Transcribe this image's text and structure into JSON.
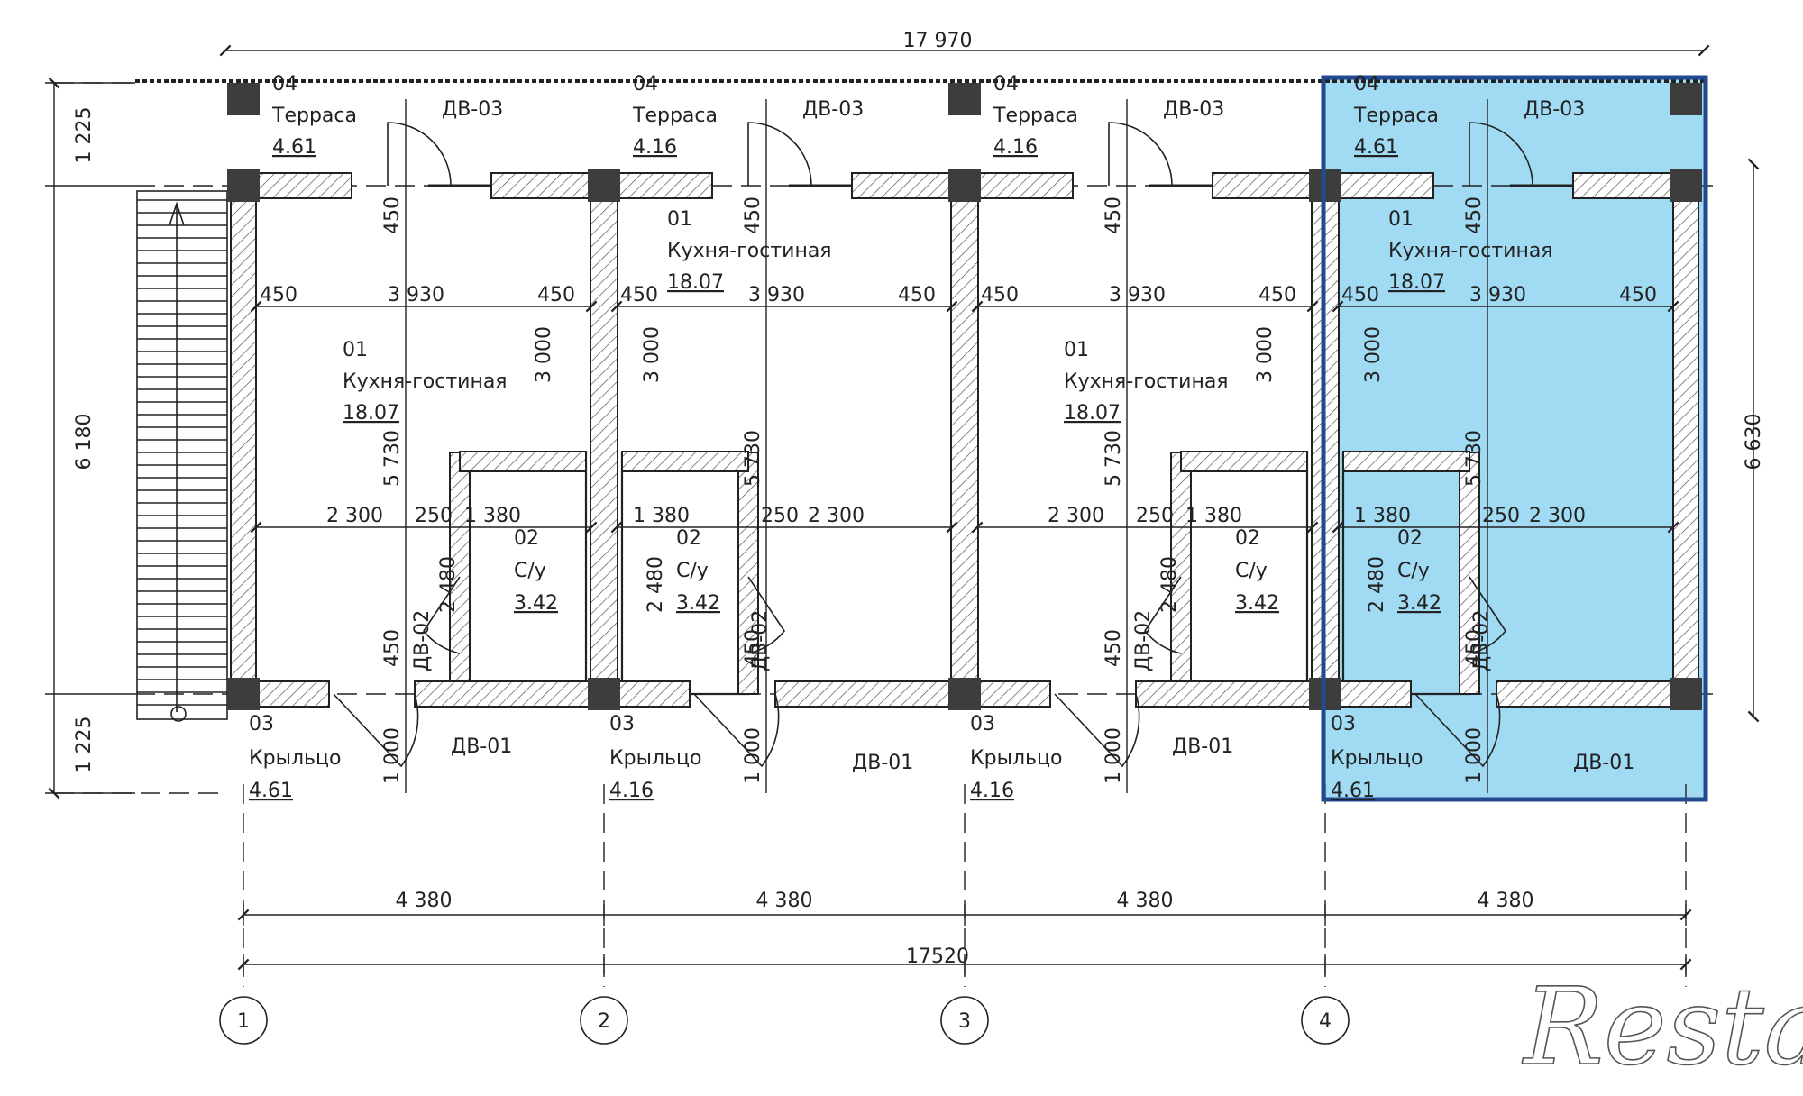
{
  "dims": {
    "overall_top": "17 970",
    "overall_bottom": "17520",
    "bay_width": "4 380",
    "left_heights": [
      "1 225",
      "6 180",
      "1 225"
    ],
    "right_height": "6 630",
    "room_span": "3 930",
    "side": "450",
    "room_depth": "5 730",
    "upper_depth": "3 000",
    "bath_depth": "2 480",
    "bath_w": "1 380",
    "wall": "250",
    "kitchen_w": "2 300",
    "door_h": "1 000"
  },
  "units": [
    {
      "terrace": {
        "no": "04",
        "name": "Терраса",
        "area": "4.61"
      },
      "living": {
        "no": "01",
        "name": "Кухня-гостиная",
        "area": "18.07"
      },
      "bath": {
        "no": "02",
        "name": "С/у",
        "area": "3.42"
      },
      "porch": {
        "no": "03",
        "name": "Крыльцо",
        "area": "4.61"
      }
    },
    {
      "terrace": {
        "no": "04",
        "name": "Терраса",
        "area": "4.16"
      },
      "living": {
        "no": "01",
        "name": "Кухня-гостиная",
        "area": "18.07"
      },
      "bath": {
        "no": "02",
        "name": "С/у",
        "area": "3.42"
      },
      "porch": {
        "no": "03",
        "name": "Крыльцо",
        "area": "4.16"
      }
    },
    {
      "terrace": {
        "no": "04",
        "name": "Терраса",
        "area": "4.16"
      },
      "living": {
        "no": "01",
        "name": "Кухня-гостиная",
        "area": "18.07"
      },
      "bath": {
        "no": "02",
        "name": "С/у",
        "area": "3.42"
      },
      "porch": {
        "no": "03",
        "name": "Крыльцо",
        "area": "4.16"
      }
    },
    {
      "terrace": {
        "no": "04",
        "name": "Терраса",
        "area": "4.61"
      },
      "living": {
        "no": "01",
        "name": "Кухня-гостиная",
        "area": "18.07"
      },
      "bath": {
        "no": "02",
        "name": "С/у",
        "area": "3.42"
      },
      "porch": {
        "no": "03",
        "name": "Крыльцо",
        "area": "4.61"
      }
    }
  ],
  "doors": {
    "terrace": "ДВ-03",
    "bath": "ДВ-02",
    "porch": "ДВ-01"
  },
  "axes": [
    "1",
    "2",
    "3",
    "4"
  ],
  "watermark": "Restate",
  "colors": {
    "highlight_fill": "#8fd3f1",
    "highlight_stroke": "#234a8f",
    "ink": "#222222",
    "column": "#3d3d3d"
  }
}
